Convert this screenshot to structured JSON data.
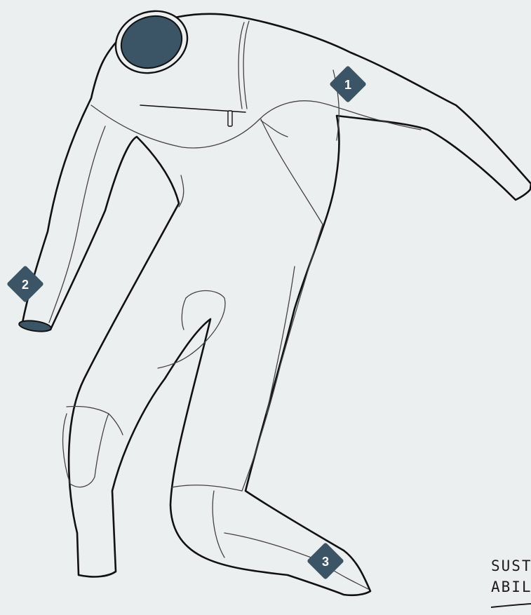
{
  "markers": [
    {
      "label": "1"
    },
    {
      "label": "2"
    },
    {
      "label": "3"
    }
  ],
  "corner_text": {
    "line1": "SUSTA",
    "line2": "ABILI"
  },
  "colors": {
    "background": "#ebeff0",
    "accent": "#3b5566",
    "outline": "#111111",
    "seam": "#444444"
  }
}
